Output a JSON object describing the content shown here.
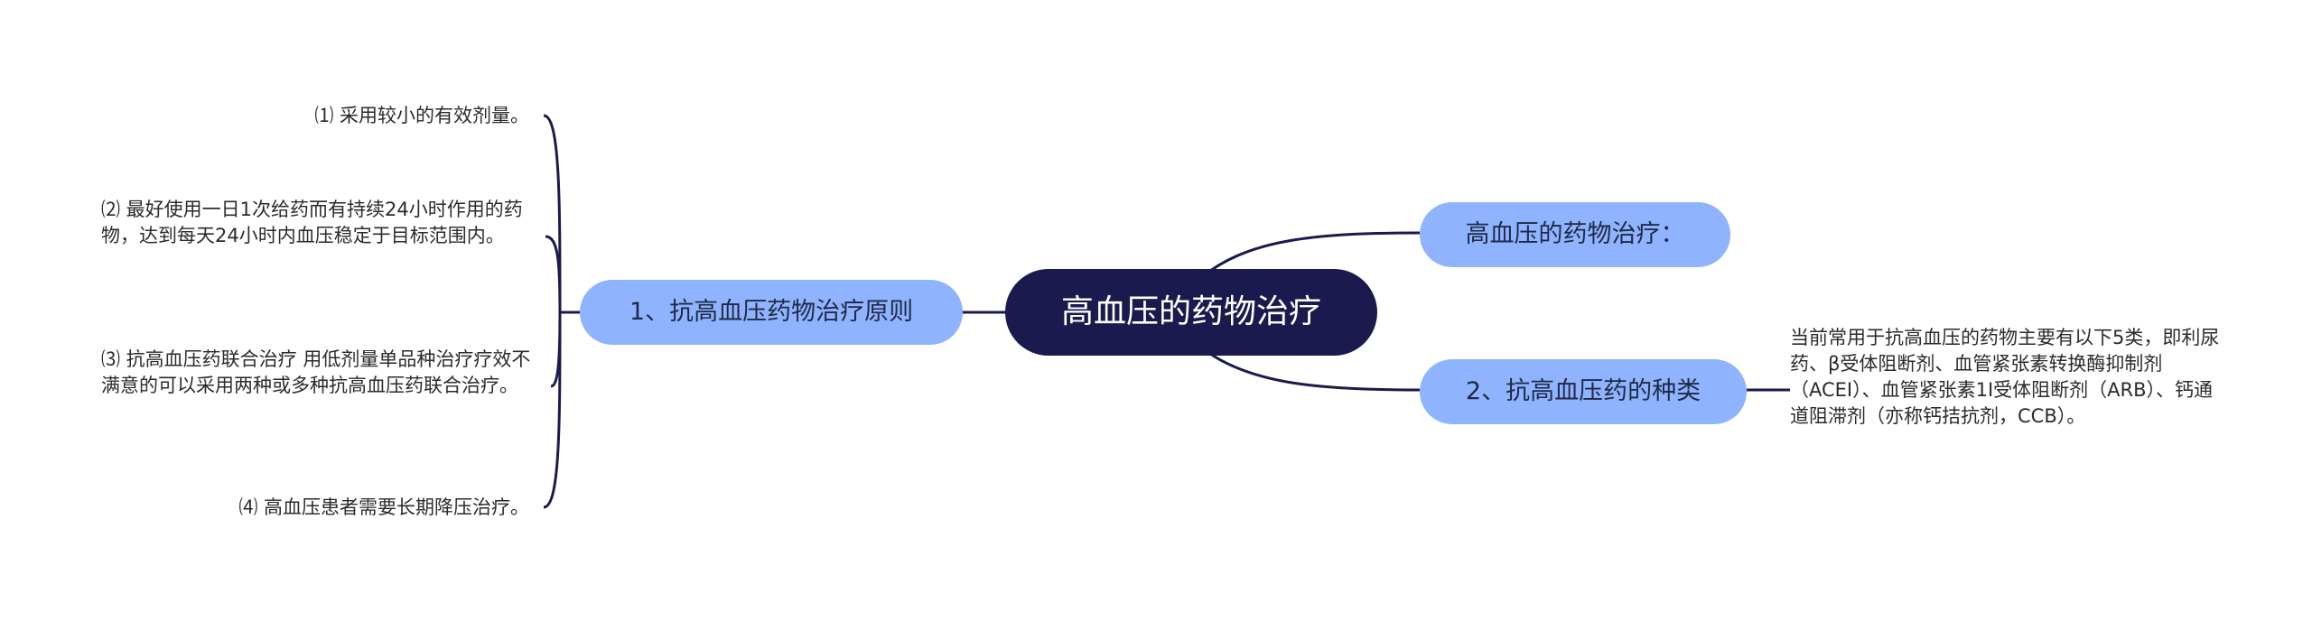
{
  "root": {
    "label": "高血压的药物治疗"
  },
  "branches": {
    "principles": {
      "label": "1、抗高血压药物治疗原则",
      "leaves": [
        "⑴ 采用较小的有效剂量。",
        "⑵ 最好使用一日1次给药而有持续24小时作用的药物，达到每天24小时内血压稳定于目标范围内。",
        "⑶ 抗高血压药联合治疗 用低剂量单品种治疗疗效不满意的可以采用两种或多种抗高血压药联合治疗。",
        "⑷ 高血压患者需要长期降压治疗。"
      ]
    },
    "intro": {
      "label": "高血压的药物治疗："
    },
    "types": {
      "label": "2、抗高血压药的种类",
      "leaf": "当前常用于抗高血压的药物主要有以下5类，即利尿药、β受体阻断剂、血管紧张素转换酶抑制剂（ACEI）、血管紧张素1I受体阻断剂（ARB）、钙通道阻滞剂（亦称钙拮抗剂，CCB）。"
    }
  },
  "colors": {
    "root_bg": "#1b1a4e",
    "branch_bg": "#8fb3ff",
    "connector": "#1b1a4e"
  }
}
